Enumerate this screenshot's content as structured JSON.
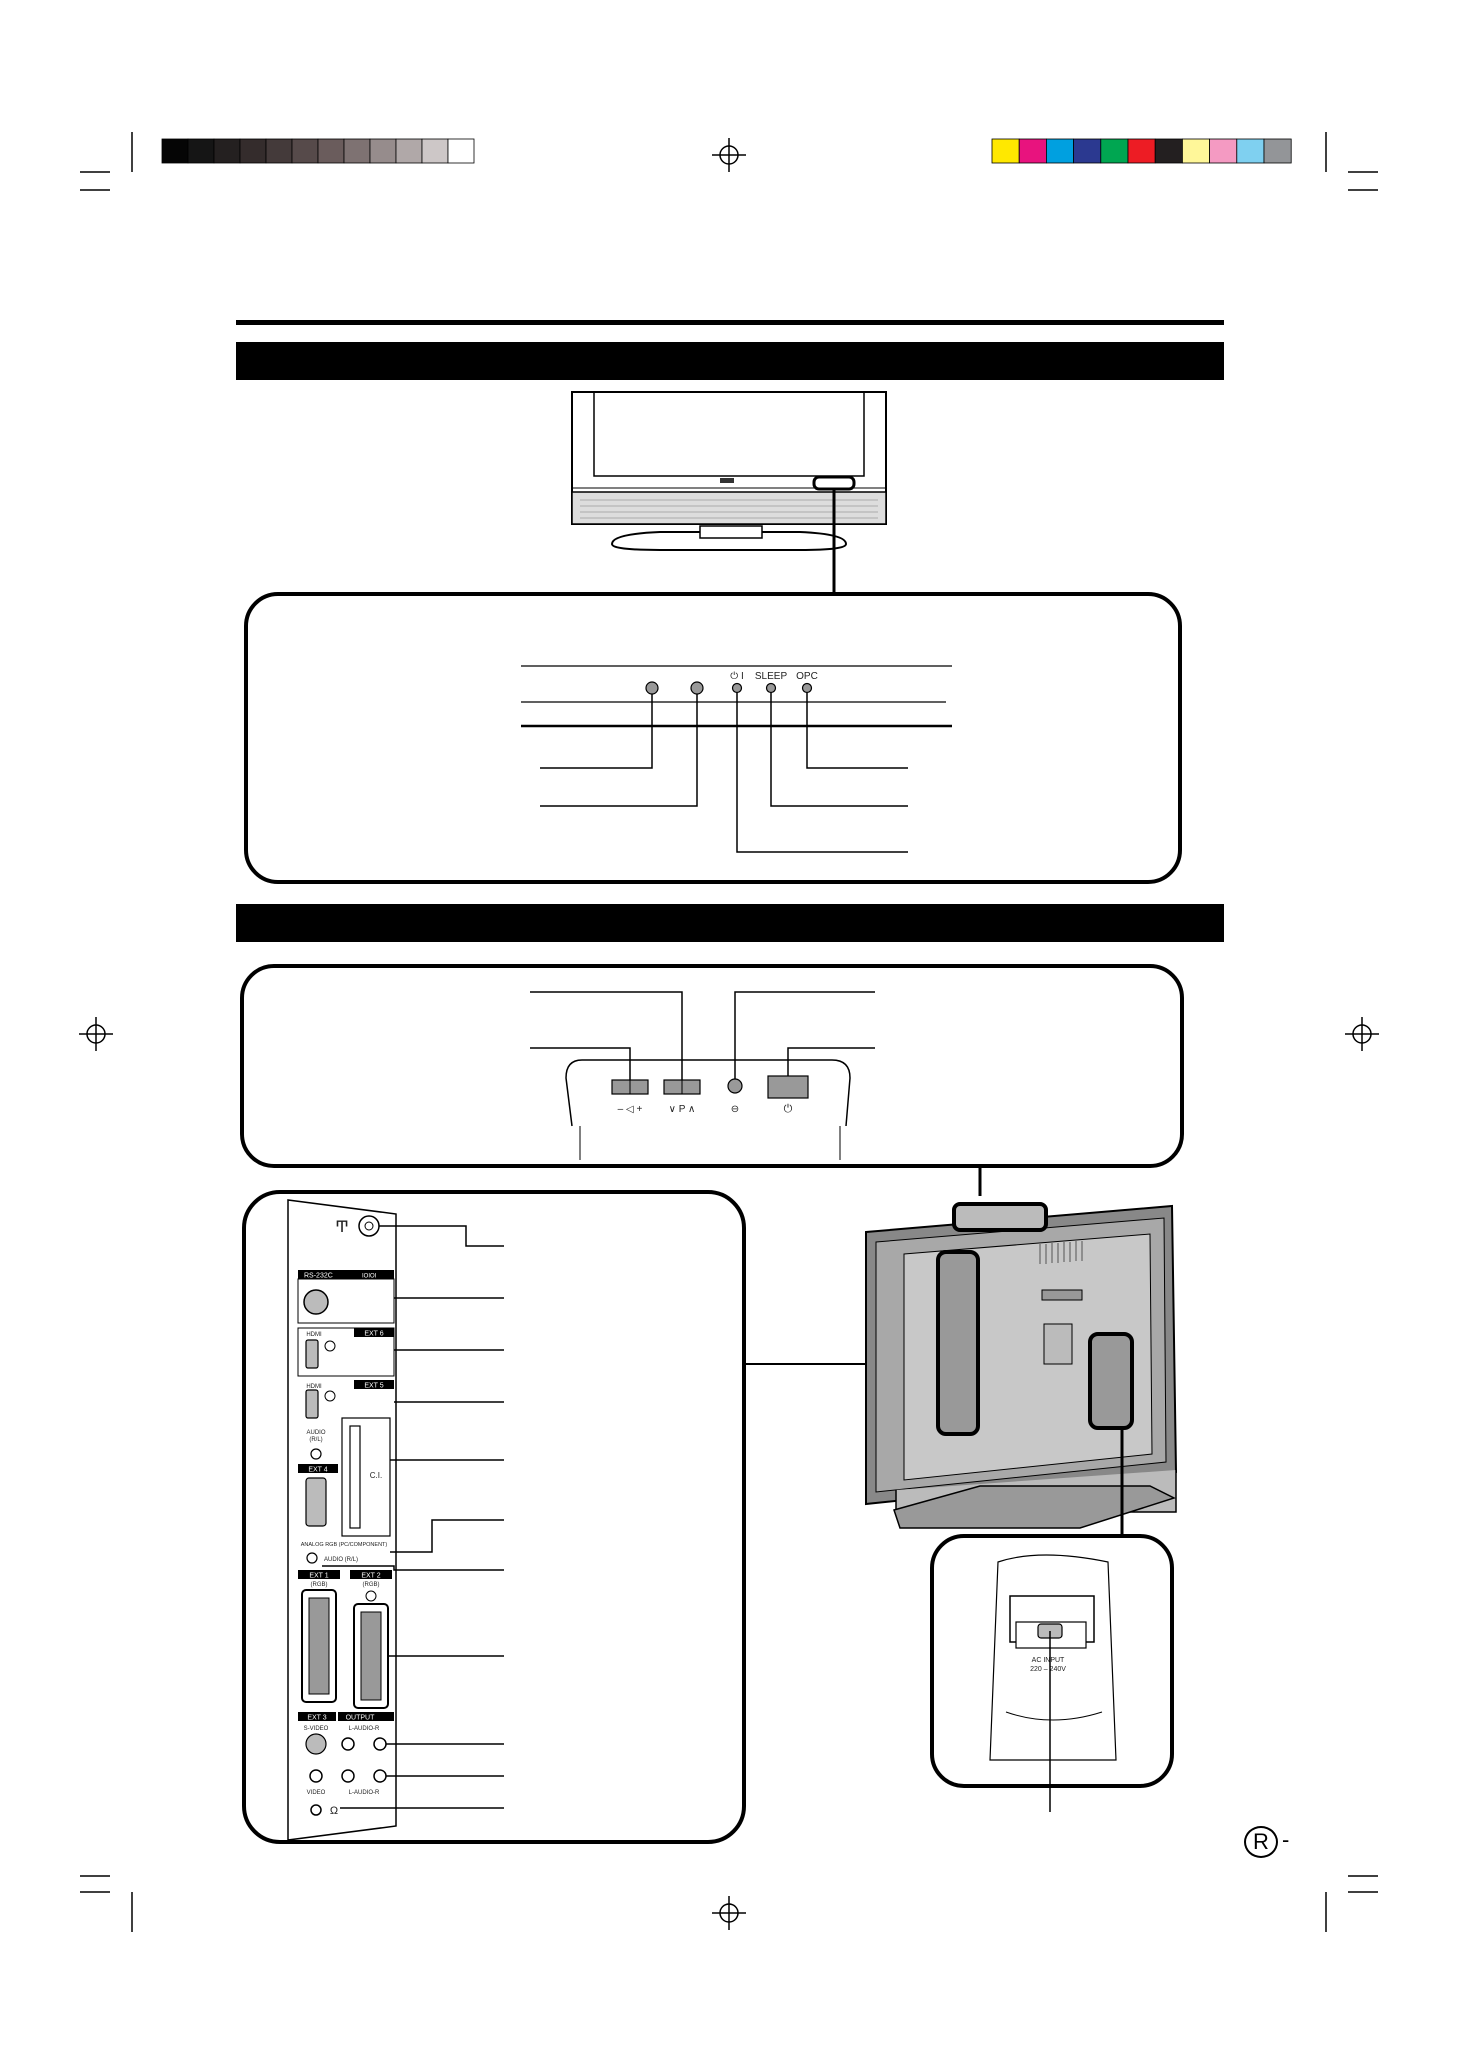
{
  "print_marks": {
    "gray_swatches": [
      "#050505",
      "#151515",
      "#242020",
      "#342c2c",
      "#443a3a",
      "#564a4a",
      "#6a5c5c",
      "#7e7272",
      "#968c8c",
      "#b0a8a8",
      "#cdc7c7",
      "#ffffff"
    ],
    "color_swatches": [
      "#ffe800",
      "#e8137e",
      "#00a0e0",
      "#2b3990",
      "#00a651",
      "#ed1c24",
      "#231f20",
      "#fff799",
      "#f49ac2",
      "#7fd0f0",
      "#939598"
    ]
  },
  "front_panel_indicators": {
    "power_label": "⏻ I",
    "sleep_label": "SLEEP",
    "opc_label": "OPC"
  },
  "top_controls": {
    "volume_label": "– ◁ +",
    "programme_label": "∨ P ∧",
    "input_label": "⊖",
    "power_label": "⏻"
  },
  "rear_panel": {
    "antenna_symbol": "Ͳ",
    "rs232c_label": "RS-232C",
    "rs232c_icon": "IOIOI",
    "ext6_label": "EXT 6",
    "hdmi_label": "HDMI",
    "ext5_label": "EXT 5",
    "audio_rl_label": "AUDIO",
    "audio_rl_sub": "(R/L)",
    "ci_label": "C.I.",
    "ext4_label": "EXT 4",
    "analog_rgb_label": "ANALOG RGB (PC/COMPONENT)",
    "audio_rl_line": "AUDIO (R/L)",
    "ext1_label": "EXT 1",
    "ext1_sub": "(RGB)",
    "ext2_label": "EXT 2",
    "ext2_sub": "(RGB)",
    "ext3_label": "EXT 3",
    "output_label": "OUTPUT",
    "svideo_label": "S-VIDEO",
    "laudior_label": "L-AUDIO-R",
    "video_label": "VIDEO",
    "laudior_label2": "L-AUDIO-R",
    "headphone_symbol": "Ω"
  },
  "ac_input": {
    "label": "AC INPUT",
    "voltage": "220 – 240V"
  },
  "page": {
    "registered_mark": "R",
    "dash": "-"
  }
}
